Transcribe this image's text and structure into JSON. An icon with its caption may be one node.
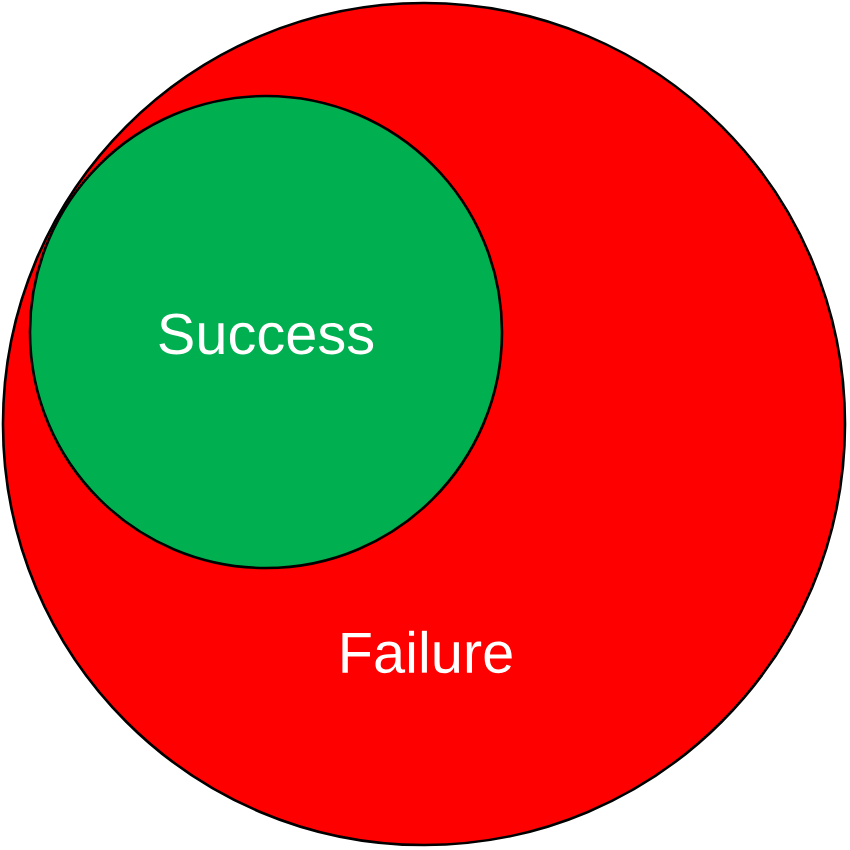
{
  "diagram": {
    "nodes": [
      {
        "text": [
          "Failure"
        ]
      },
      {
        "text": [
          "Success"
        ],
        "in": 0
      }
    ]
  }
}
